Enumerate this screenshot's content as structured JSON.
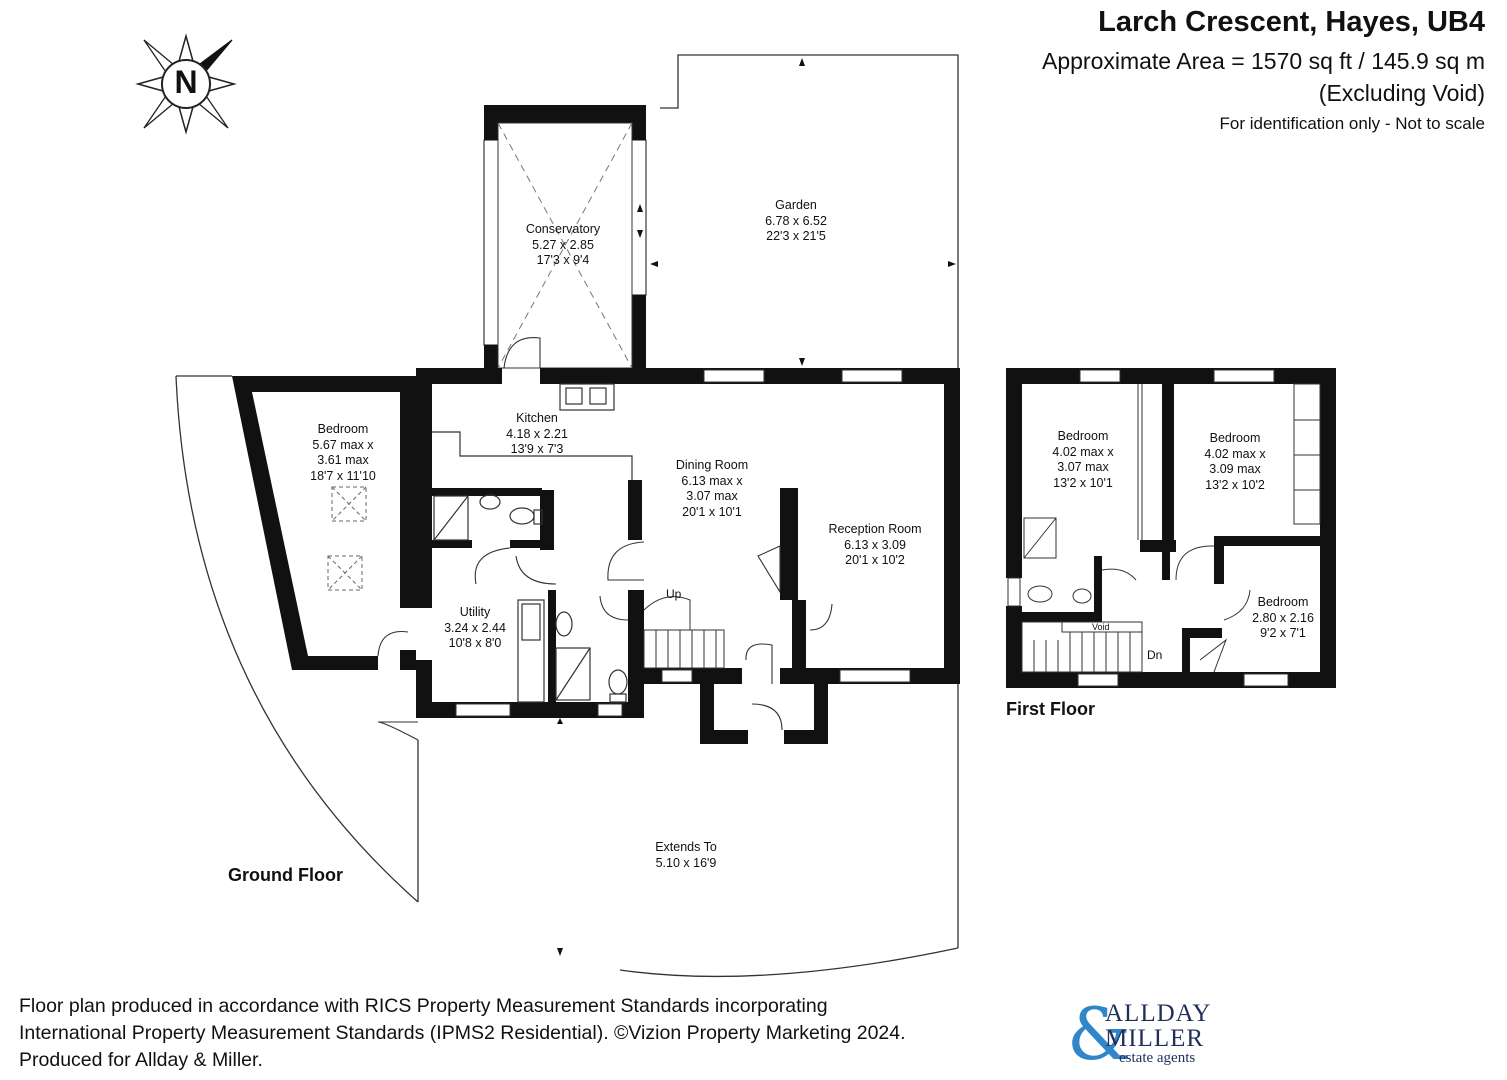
{
  "header": {
    "title": "Larch Crescent, Hayes, UB4",
    "area": "Approximate Area = 1570 sq ft / 145.9 sq m",
    "excluding": "(Excluding Void)",
    "note": "For identification only - Not to scale"
  },
  "compass": {
    "letter": "N",
    "icon": "north-compass-icon"
  },
  "rooms": {
    "conservatory": {
      "name": "Conservatory",
      "metric": "5.27 x 2.85",
      "imperial": "17'3 x 9'4"
    },
    "garden": {
      "name": "Garden",
      "metric": "6.78 x 6.52",
      "imperial": "22'3 x 21'5"
    },
    "ground_bedroom": {
      "name": "Bedroom",
      "metric1": "5.67 max x",
      "metric2": "3.61 max",
      "imperial": "18'7 x 11'10"
    },
    "kitchen": {
      "name": "Kitchen",
      "metric": "4.18 x 2.21",
      "imperial": "13'9 x 7'3"
    },
    "dining": {
      "name": "Dining Room",
      "metric1": "6.13 max x",
      "metric2": "3.07 max",
      "imperial": "20'1 x 10'1"
    },
    "reception": {
      "name": "Reception Room",
      "metric": "6.13 x 3.09",
      "imperial": "20'1 x 10'2"
    },
    "utility": {
      "name": "Utility",
      "metric": "3.24 x 2.44",
      "imperial": "10'8 x 8'0"
    },
    "extends": {
      "name": "Extends To",
      "metric": "5.10 x 16'9"
    },
    "bedroom_1": {
      "name": "Bedroom",
      "metric1": "4.02 max x",
      "metric2": "3.07 max",
      "imperial": "13'2 x 10'1"
    },
    "bedroom_2": {
      "name": "Bedroom",
      "metric1": "4.02 max x",
      "metric2": "3.09 max",
      "imperial": "13'2 x 10'2"
    },
    "bedroom_3": {
      "name": "Bedroom",
      "metric": "2.80 x 2.16",
      "imperial": "9'2 x 7'1"
    }
  },
  "labels": {
    "up": "Up",
    "dn": "Dn",
    "void": "Void"
  },
  "floors": {
    "ground": "Ground Floor",
    "first": "First Floor"
  },
  "footer": {
    "line1": "Floor plan produced in accordance with RICS Property Measurement Standards incorporating",
    "line2": "International Property Measurement Standards (IPMS2 Residential). ©Vizion Property Marketing 2024.",
    "line3": "Produced for Allday & Miller."
  },
  "logo": {
    "amp": "&",
    "line1": "ALLDAY",
    "line2": "MILLER",
    "line3": "estate agents",
    "color_amp": "#2f86c9",
    "color_text": "#1f2f5a"
  }
}
